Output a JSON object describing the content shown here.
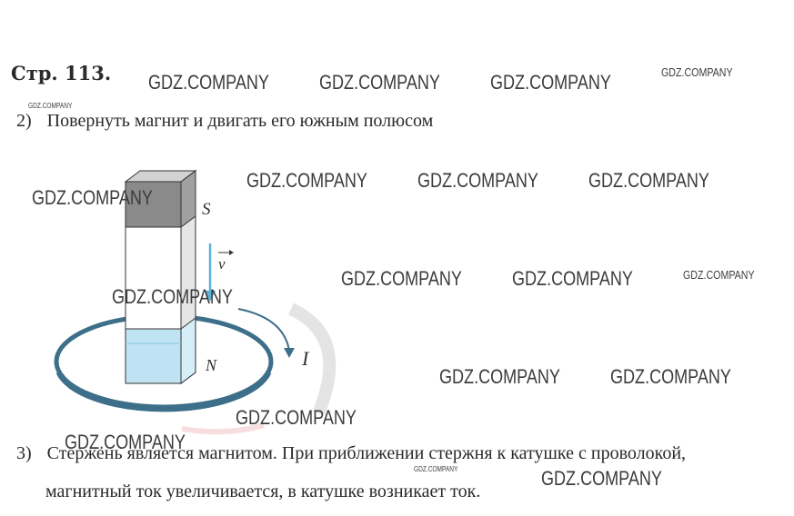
{
  "page_label": "Стр. 113.",
  "items": [
    {
      "number": "2)",
      "lines": [
        "Повернуть магнит и двигать его южным полюсом"
      ]
    },
    {
      "number": "3)",
      "lines": [
        "Стержень является магнитом. При приближении стержня к катушке с проволокой,",
        "магнитный ток увеличивается, в катушке возникает ток."
      ]
    }
  ],
  "figure": {
    "label_s": "S",
    "label_n": "N",
    "label_v": "v",
    "label_i": "I"
  },
  "watermark": "GDZ.COMPANY",
  "colors": {
    "text": "#2a2a2a",
    "magnet_top": "#8a8a8a",
    "magnet_bottom": "#bfe3f2",
    "ring": "#3d6f8a",
    "arrow": "#5bb0d8"
  }
}
